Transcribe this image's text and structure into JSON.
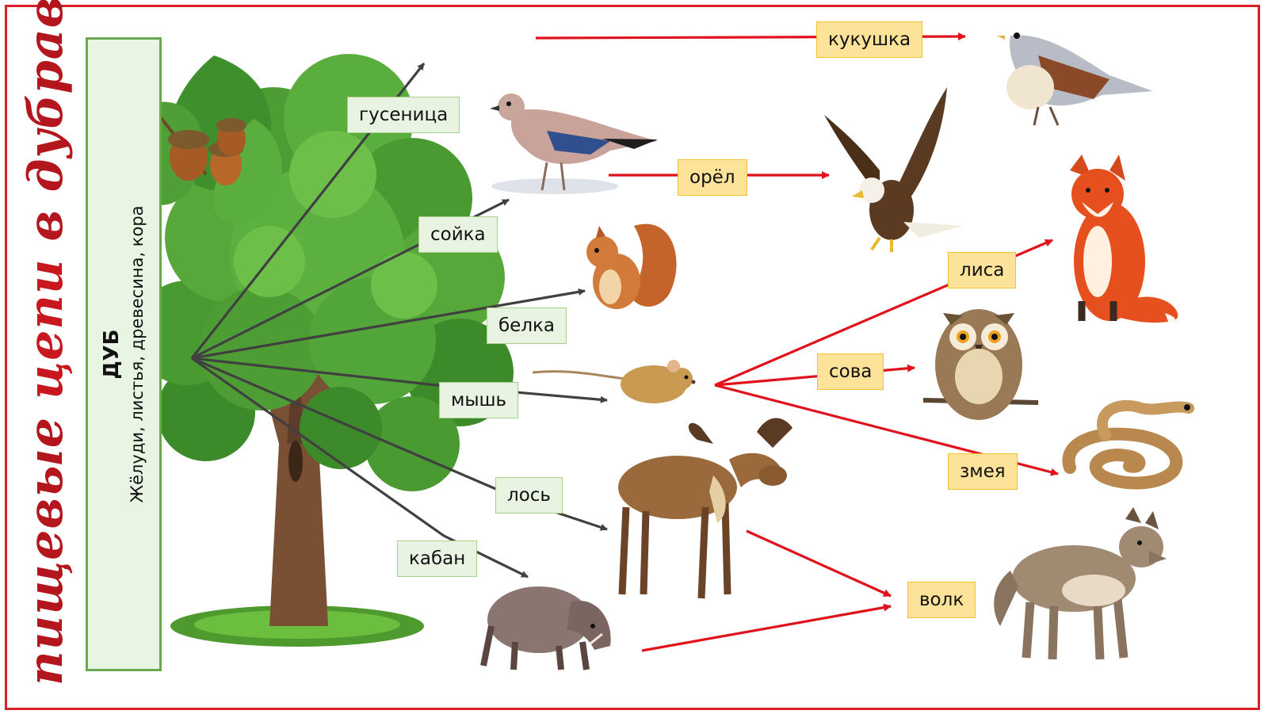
{
  "title": {
    "part1": "пищевые ",
    "part2": "цепи",
    "part3": " в дубраве"
  },
  "source_box": {
    "name": "ДУБ",
    "description": "Жёлуди, листья, древесина, кора"
  },
  "labels": {
    "caterpillar": "гусеница",
    "jay": "сойка",
    "squirrel": "белка",
    "mouse": "мышь",
    "moose": "лось",
    "boar": "кабан",
    "cuckoo": "кукушка",
    "eagle": "орёл",
    "fox": "лиса",
    "owl": "сова",
    "snake": "змея",
    "wolf": "волк"
  },
  "colors": {
    "frame": "#d9202a",
    "title": "#c8171f",
    "dark_arrow": "#404040",
    "red_arrow": "#e0121b",
    "herbivore_label_fill": "#e8f4e1",
    "predator_label_fill": "#fde29a",
    "source_box_fill": "#e9f5e3",
    "source_box_border": "#6aa84f"
  },
  "icons": [
    "oak-tree-icon",
    "acorn-branch-icon",
    "jay-icon",
    "squirrel-icon",
    "mouse-icon",
    "moose-icon",
    "boar-icon",
    "fieldfare-icon",
    "eagle-icon",
    "fox-icon",
    "owl-icon",
    "snake-icon",
    "wolf-icon"
  ]
}
